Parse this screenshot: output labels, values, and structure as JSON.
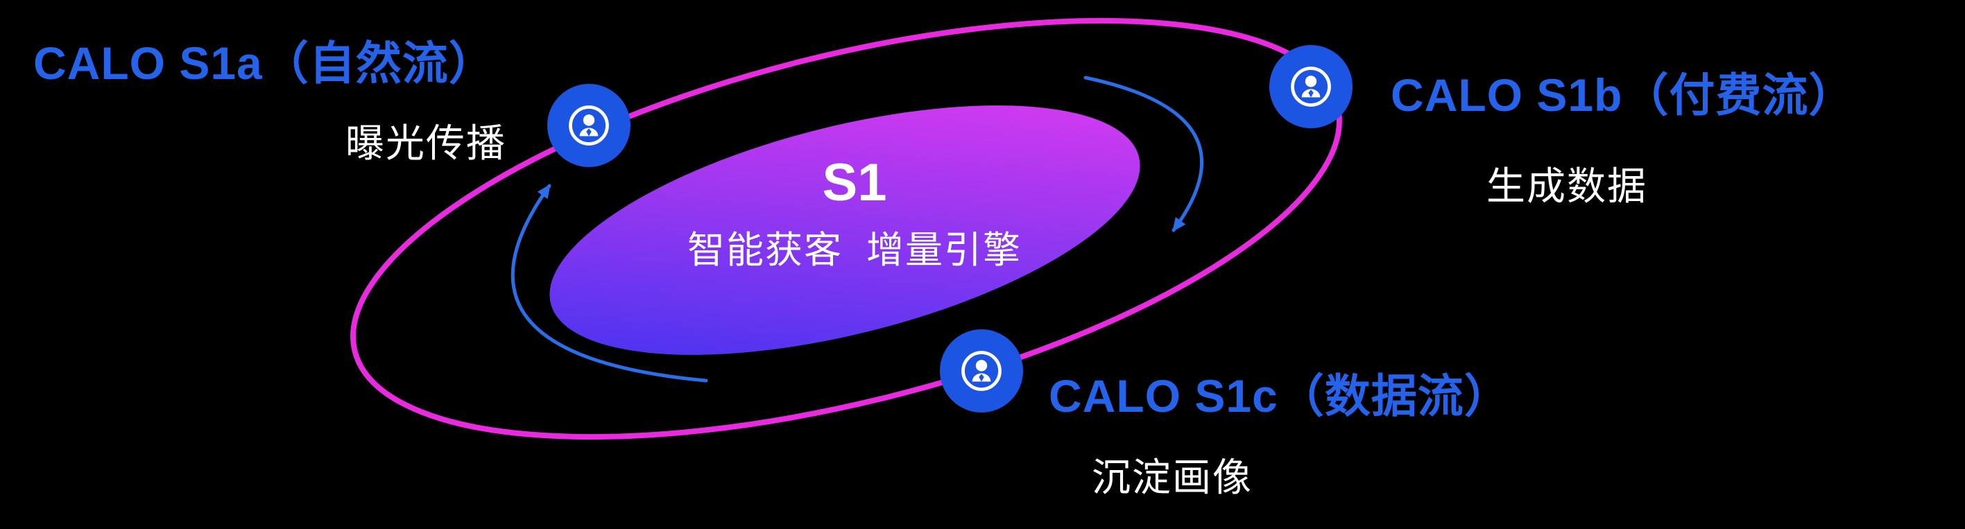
{
  "colors": {
    "background": "#000000",
    "label_blue": "#2563eb",
    "orbit_pink": "#e92be0",
    "node_blue": "#1b55e2",
    "core_gradient_start": "#3633f0",
    "core_gradient_end": "#e93bf0",
    "arrow_blue": "#2b6fe8",
    "text_white": "#ffffff"
  },
  "core": {
    "title": "S1",
    "subtitle": "智能获客  增量引擎"
  },
  "nodes": [
    {
      "label": "CALO S1a（自然流）",
      "sublabel": "曝光传播",
      "icon": "user-badge-icon"
    },
    {
      "label": "CALO S1b（付费流）",
      "sublabel": "生成数据",
      "icon": "user-badge-icon"
    },
    {
      "label": "CALO S1c（数据流）",
      "sublabel": "沉淀画像",
      "icon": "user-badge-icon"
    }
  ]
}
